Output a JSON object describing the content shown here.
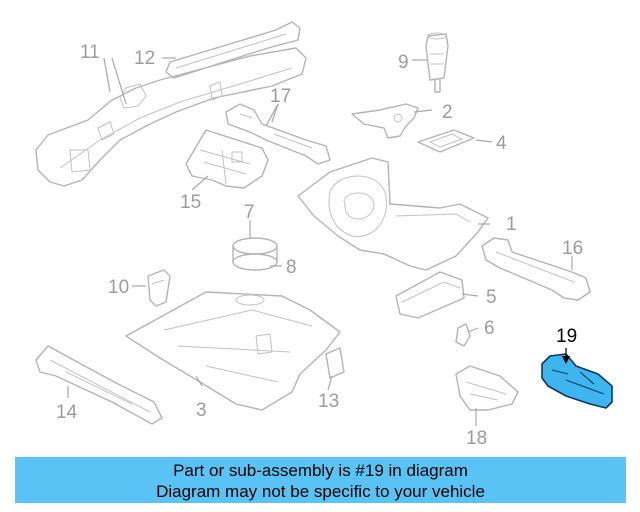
{
  "diagram": {
    "highlighted_part": "19",
    "callouts": [
      "1",
      "2",
      "3",
      "4",
      "5",
      "6",
      "7",
      "8",
      "9",
      "10",
      "11",
      "12",
      "13",
      "14",
      "15",
      "16",
      "17",
      "18",
      "19"
    ],
    "colors": {
      "highlight_fill": "#3fb5f0",
      "highlight_stroke": "#0b3a5c",
      "part_stroke": "#b4b4b4",
      "label": "#9c9c9c",
      "banner": "#58c3f4"
    }
  },
  "banner": {
    "line1": "Part or sub-assembly is #19 in diagram",
    "line2": "Diagram may not be specific to your vehicle"
  }
}
